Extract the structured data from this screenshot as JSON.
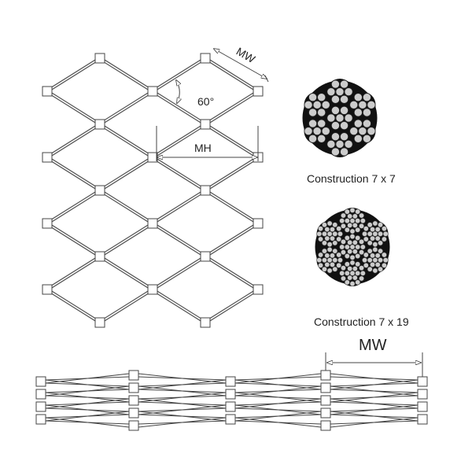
{
  "mesh_diagram": {
    "mesh_width_label": "MW",
    "mesh_height_label": "MH",
    "angle_label": "60°"
  },
  "rope_sections": [
    {
      "caption": "Construction 7 x 7",
      "strands": 7,
      "wires_per_strand": 7
    },
    {
      "caption": "Construction 7 x 19",
      "strands": 7,
      "wires_per_strand": 19
    }
  ],
  "side_view": {
    "mesh_width_label": "MW"
  }
}
